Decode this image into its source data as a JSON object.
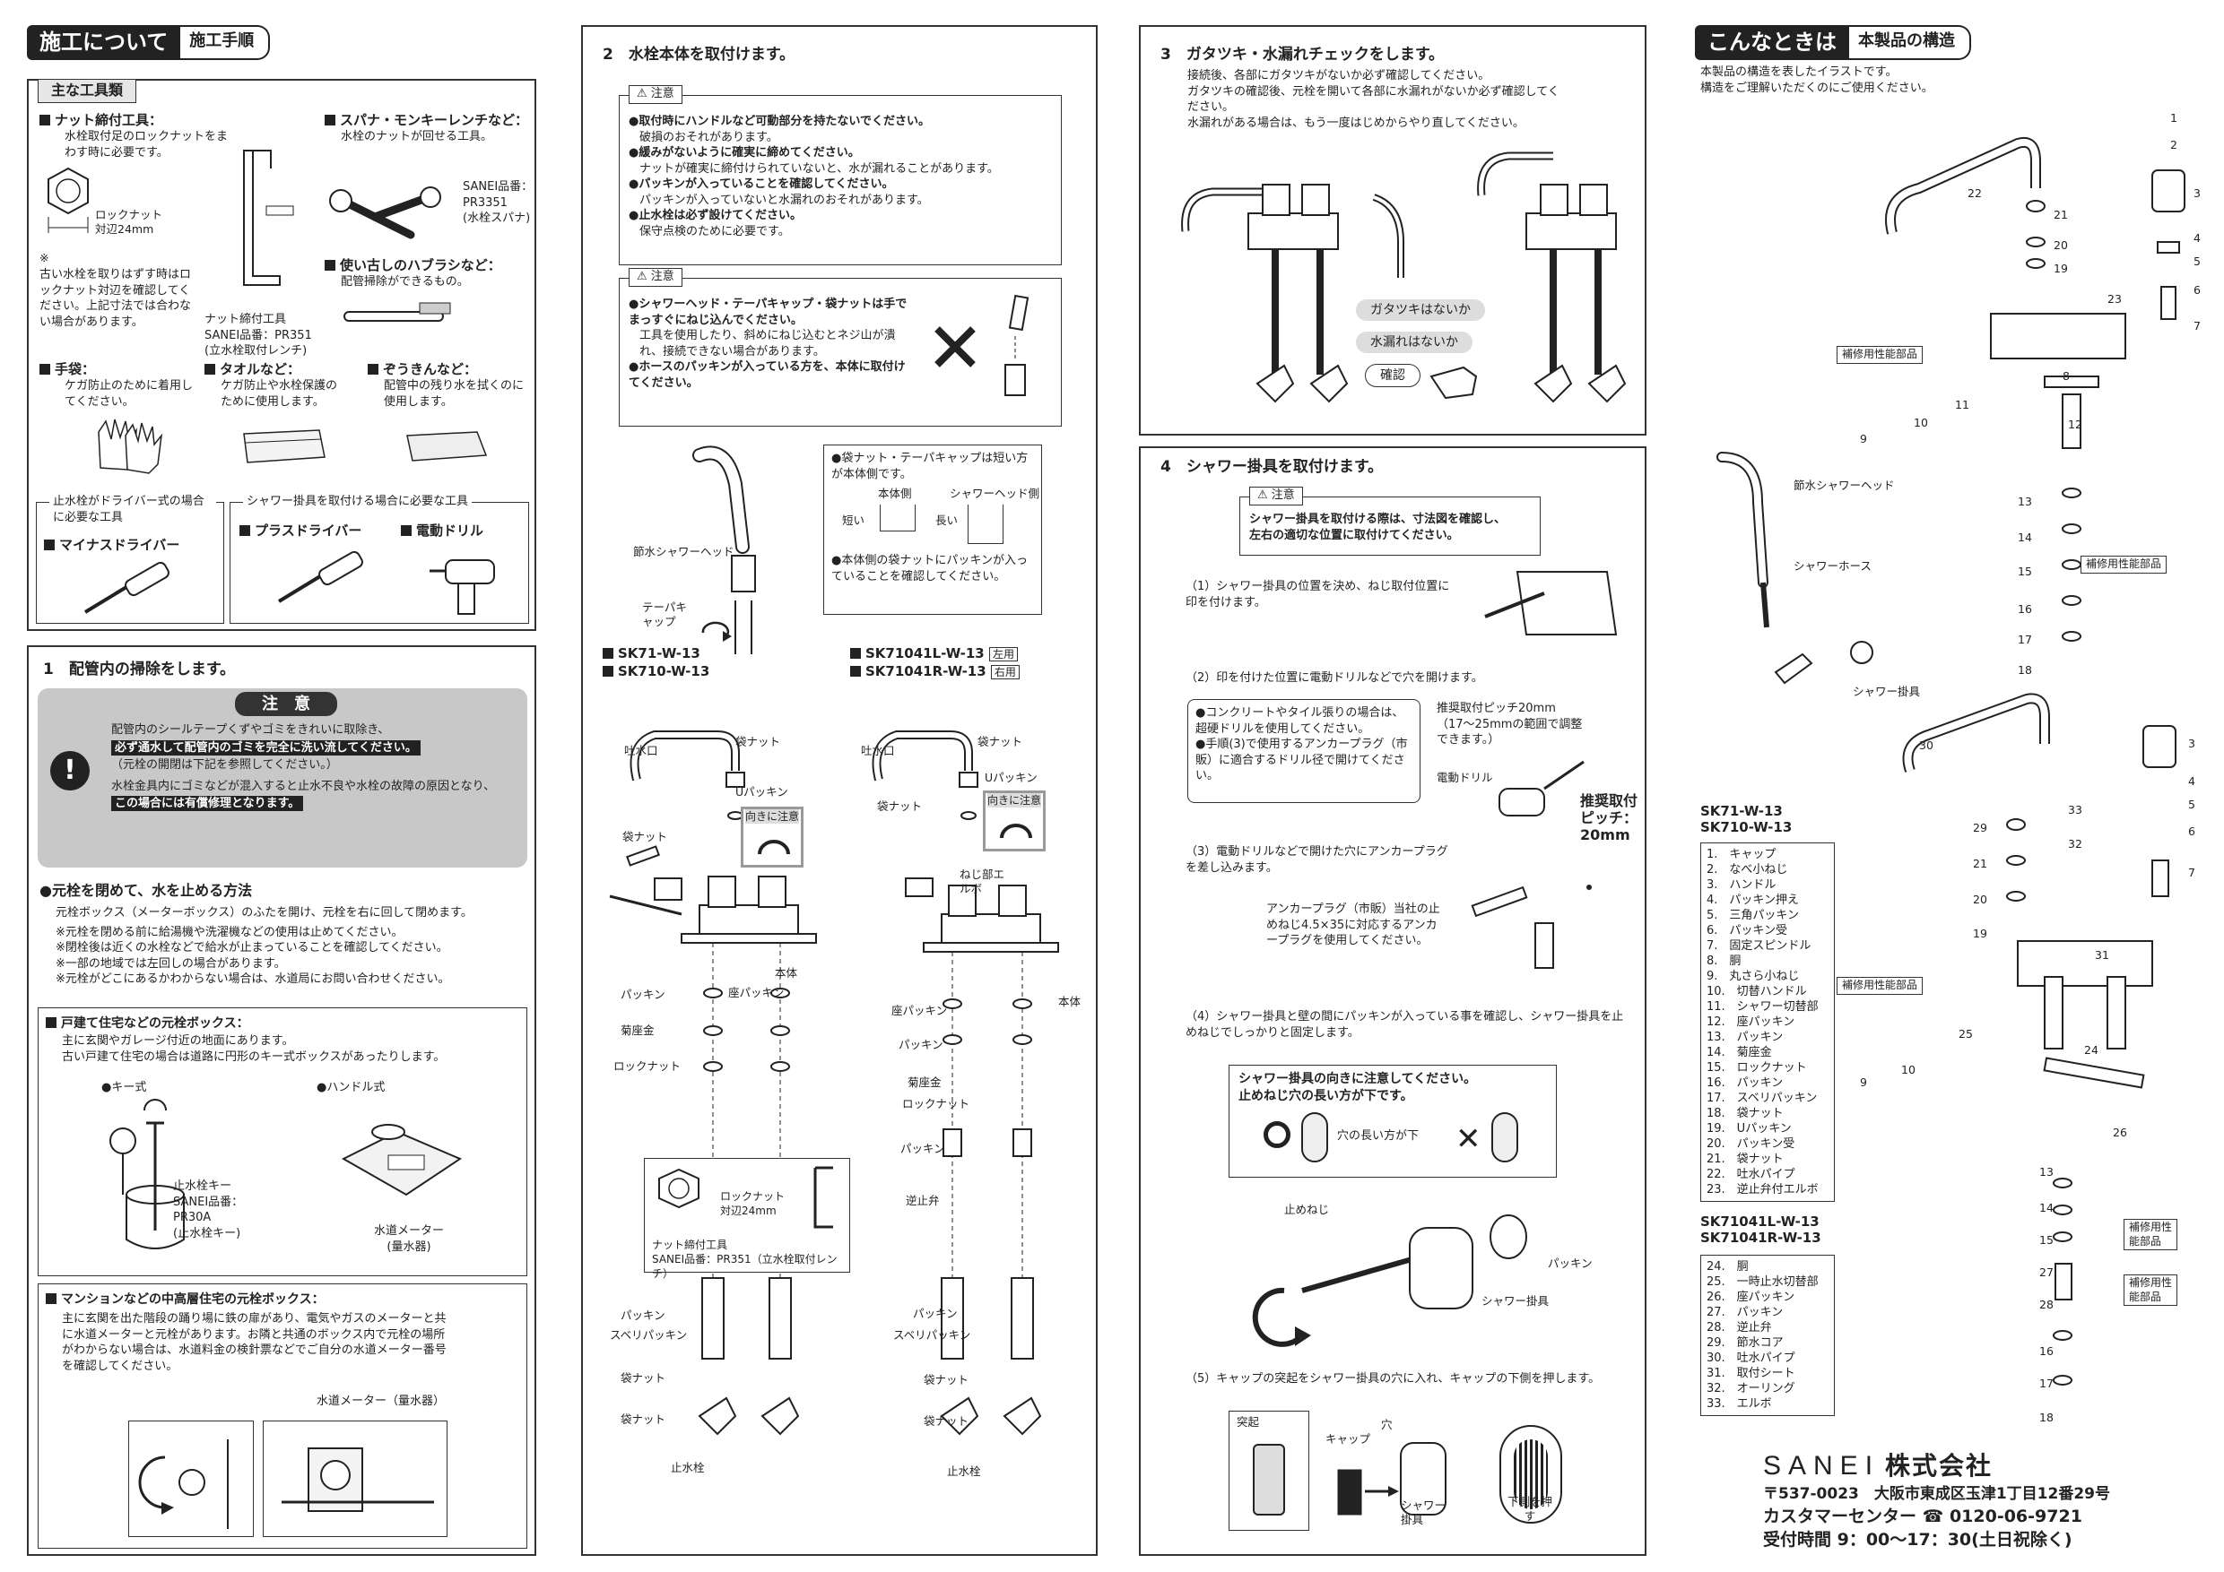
{
  "header": {
    "left_black": "施工について",
    "left_white": "施工手順",
    "right_black": "こんなときは",
    "right_white": "本製品の構造"
  },
  "tools": {
    "tab": "主な工具類",
    "nut_title": "ナット締付工具：",
    "nut_desc": "水栓取付足のロックナットをまわす時に必要です。",
    "locknut_label": "ロックナット",
    "locknut_size": "対辺24mm",
    "note_mark": "※",
    "note_text": "古い水栓を取りはずす時はロックナット対辺を確認してください。上記寸法では合わない場合があります。",
    "nut_tool_name": "ナット締付工具",
    "nut_tool_code": "SANEI品番：PR351",
    "nut_tool_sub": "(立水栓取付レンチ)",
    "spanner_title": "スパナ・モンキーレンチなど：",
    "spanner_desc": "水栓のナットが回せる工具。",
    "spanner_code": "SANEI品番：PR3351",
    "spanner_sub": "(水栓スパナ)",
    "brush_title": "使い古しのハブラシなど：",
    "brush_desc": "配管掃除ができるもの。",
    "glove_title": "手袋：",
    "glove_desc": "ケガ防止のために着用してください。",
    "towel_title": "タオルなど：",
    "towel_desc": "ケガ防止や水栓保護のために使用します。",
    "cloth_title": "ぞうきんなど：",
    "cloth_desc": "配管中の残り水を拭くのに使用します。",
    "driver_box_title": "止水栓がドライバー式の場合に必要な工具",
    "driver_minus": "マイナスドライバー",
    "shower_box_title": "シャワー掛具を取付ける場合に必要な工具",
    "driver_plus": "プラスドライバー",
    "drill": "電動ドリル"
  },
  "step1": {
    "title": "1　配管内の掃除をします。",
    "caution_title": "注　意",
    "c1": "配管内のシールテープくずやゴミをきれいに取除き、",
    "c2": "必ず通水して配管内のゴミを完全に洗い流してください。",
    "c3": "（元栓の開閉は下記を参照してください。）",
    "c4": "水栓金具内にゴミなどが混入すると止水不良や水栓の故障の原因となり、",
    "c5": "この場合には有償修理となります。",
    "valve_title": "●元栓を閉めて、水を止める方法",
    "v1": "元栓ボックス（メーターボックス）のふたを開け、元栓を右に回して閉めます。",
    "v2": "※元栓を閉める前に給湯機や洗濯機などの使用は止めてください。",
    "v3": "※閉栓後は近くの水栓などで給水が止まっていることを確認してください。",
    "v4": "※一部の地域では左回しの場合があります。",
    "v5": "※元栓がどこにあるかわからない場合は、水道局にお問い合わせください。",
    "house_title": "戸建て住宅などの元栓ボックス：",
    "house_d1": "主に玄関やガレージ付近の地面にあります。",
    "house_d2": "古い戸建て住宅の場合は道路に円形のキー式ボックスがあったりします。",
    "key_type": "●キー式",
    "handle_type": "●ハンドル式",
    "key_name": "止水栓キー",
    "key_code": "SANEI品番：PR30A",
    "key_sub": "(止水栓キー)",
    "meter1": "水道メーター",
    "meter1_sub": "(量水器)",
    "mansion_title": "マンションなどの中高層住宅の元栓ボックス：",
    "mansion_d": "主に玄関を出た階段の踊り場に鉄の扉があり、電気やガスのメーターと共に水道メーターと元栓があります。お隣と共通のボックス内で元栓の場所がわからない場合は、水道料金の検針票などでご自分の水道メーター番号を確認してください。",
    "meter2": "水道メーター（量水器）"
  },
  "step2": {
    "title": "2　水栓本体を取付けます。",
    "caution": "注意",
    "a1": "●取付時にハンドルなど可動部分を持たないでください。",
    "a1b": "破損のおそれがあります。",
    "a2": "●緩みがないように確実に締めてください。",
    "a2b": "ナットが確実に締付けられていないと、水が漏れることがあります。",
    "a3": "●パッキンが入っていることを確認してください。",
    "a3b": "パッキンが入っていないと水漏れのおそれがあります。",
    "a4": "●止水栓は必ず設けてください。",
    "a4b": "保守点検のために必要です。",
    "b1": "●シャワーヘッド・テーパキャップ・袋ナットは手でまっすぐにねじ込んでください。",
    "b1b": "工具を使用したり、斜めにねじ込むとネジ山が潰れ、接続できない場合があります。",
    "b2": "●ホースのパッキンが入っている方を、本体に取付けてください。",
    "head_label": "節水シャワーヘッド",
    "taper_label": "テーパキャップ",
    "cap_note1": "●袋ナット・テーパキャップは短い方が本体側です。",
    "body_side": "本体側",
    "head_side": "シャワーヘッド側",
    "short": "短い",
    "long": "長い",
    "cap_note2": "●本体側の袋ナットにパッキンが入っていることを確認してください。",
    "model_a1": "SK71-W-13",
    "model_a2": "SK710-W-13",
    "model_b1": "SK71041L-W-13",
    "model_b1_tag": "左用",
    "model_b2": "SK71041R-W-13",
    "model_b2_tag": "右用",
    "spout": "吐水口",
    "bag_nut": "袋ナット",
    "u_packing": "Uパッキン",
    "direction": "向きに注意",
    "screw_elbow": "ねじ部エルボ",
    "body": "本体",
    "seat_packing": "座パッキン",
    "packing": "パッキン",
    "washer": "菊座金",
    "lock_nut": "ロックナット",
    "check_valve": "逆止弁",
    "slip_packing": "スベリパッキン",
    "stop_valve": "止水栓",
    "lock_detail": "ロックナット対辺24mm",
    "tool_detail1": "ナット締付工具",
    "tool_detail2": "SANEI品番：PR351（立水栓取付レンチ）"
  },
  "step3": {
    "title": "3　ガタツキ・水漏れチェックをします。",
    "d1": "接続後、各部にガタツキがないか必ず確認してください。",
    "d2": "ガタツキの確認後、元栓を開いて各部に水漏れがないか必ず確認してください。",
    "d3": "水漏れがある場合は、もう一度はじめからやり直してください。",
    "pill1": "ガタツキはないか",
    "pill2": "水漏れはないか",
    "pill3": "確認"
  },
  "step4": {
    "title": "4　シャワー掛具を取付けます。",
    "caution": "注意",
    "c1": "シャワー掛具を取付ける際は、寸法図を確認し、",
    "c2": "左右の適切な位置に取付けてください。",
    "s1": "（1）シャワー掛具の位置を決め、ねじ取付位置に印を付けます。",
    "s2": "（2）印を付けた位置に電動ドリルなどで穴を開けます。",
    "n1": "●コンクリートやタイル張りの場合は、超硬ドリルを使用してください。",
    "n2": "●手順(3)で使用するアンカープラグ（市販）に適合するドリル径で開けてください。",
    "pitch1": "推奨取付ピッチ20mm",
    "pitch2": "（17～25mmの範囲で調整できます。）",
    "drill": "電動ドリル",
    "pitch_label": "推奨取付ピッチ：",
    "pitch_value": "20mm",
    "s3": "（3）電動ドリルなどで開けた穴にアンカープラグを差し込みます。",
    "anchor": "アンカープラグ（市販）当社の止めねじ4.5×35に対応するアンカープラグを使用してください。",
    "s4": "（4）シャワー掛具と壁の間にパッキンが入っている事を確認し、シャワー掛具を止めねじでしっかりと固定します。",
    "dir1": "シャワー掛具の向きに注意してください。",
    "dir2": "止めねじ穴の長い方が下です。",
    "ok_text": "穴の長い方が下",
    "screw": "止めねじ",
    "packing": "パッキン",
    "hook": "シャワー掛具",
    "s5": "（5）キャップの突起をシャワー掛具の穴に入れ、キャップの下側を押します。",
    "protrusion": "突起",
    "cap": "キャップ",
    "hole": "穴",
    "hook2": "シャワー掛具",
    "press": "下側を押す"
  },
  "structure": {
    "d1": "本製品の構造を表したイラストです。",
    "d2": "構造をご理解いただくのにご使用ください。",
    "repair": "補修用性能部品",
    "head": "節水シャワーヘッド",
    "hose": "シャワーホース",
    "hook": "シャワー掛具",
    "model1": "SK71-W-13",
    "model2": "SK710-W-13",
    "model3": "SK71041L-W-13",
    "model4": "SK71041R-W-13",
    "parts_a": [
      "1.　キャップ",
      "2.　なべ小ねじ",
      "3.　ハンドル",
      "4.　パッキン押え",
      "5.　三角パッキン",
      "6.　パッキン受",
      "7.　固定スピンドル",
      "8.　胴",
      "9.　丸さら小ねじ",
      "10.　切替ハンドル",
      "11.　シャワー切替部",
      "12.　座パッキン",
      "13.　パッキン",
      "14.　菊座金",
      "15.　ロックナット",
      "16.　パッキン",
      "17.　スベリパッキン",
      "18.　袋ナット",
      "19.　Uパッキン",
      "20.　パッキン受",
      "21.　袋ナット",
      "22.　吐水パイプ",
      "23.　逆止弁付エルボ"
    ],
    "parts_b": [
      "24.　胴",
      "25.　一時止水切替部",
      "26.　座パッキン",
      "27.　パッキン",
      "28.　逆止弁",
      "29.　節水コア",
      "30.　吐水パイプ",
      "31.　取付シート",
      "32.　オーリング",
      "33.　エルボ"
    ]
  },
  "company": {
    "logo": "SANEI",
    "name": "株式会社",
    "address": "〒537-0023　大阪市東成区玉津1丁目12番29号",
    "center": "カスタマーセンター",
    "phone": "0120-06-9721",
    "hours": "受付時間 9：00～17：30(土日祝除く)"
  }
}
